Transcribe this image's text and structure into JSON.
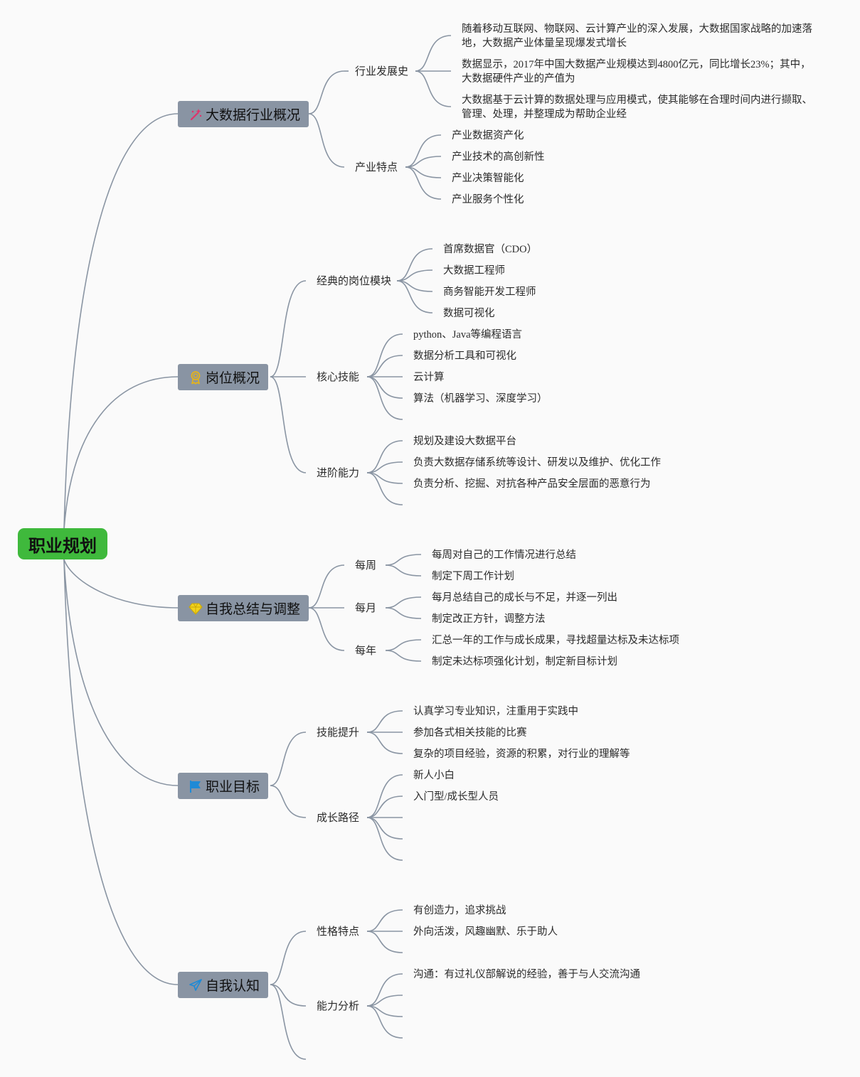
{
  "root": {
    "label": "职业规划",
    "color": "#3fb93c"
  },
  "branches": [
    {
      "label": "大数据行业概况",
      "icon": "magic-wand-icon",
      "subs": [
        {
          "label": "行业发展史",
          "leaves": [
            "随着移动互联网、物联网、云计算产业的深入发展，大数据国家战略的加速落地，大数据产业体量呈现爆发式增长",
            "数据显示，2017年中国大数据产业规模达到4800亿元，同比增长23%；其中，大数据硬件产业的产值为",
            "大数据基于云计算的数据处理与应用模式，使其能够在合理时间内进行撷取、管理、处理，并整理成为帮助企业经"
          ]
        },
        {
          "label": "产业特点",
          "leaves": [
            "产业数据资产化",
            "产业技术的高创新性",
            "产业决策智能化",
            "产业服务个性化"
          ]
        }
      ]
    },
    {
      "label": "岗位概况",
      "icon": "award-ribbon-icon",
      "subs": [
        {
          "label": "经典的岗位模块",
          "leaves": [
            "首席数据官（CDO）",
            "大数据工程师",
            "商务智能开发工程师",
            "数据可视化"
          ]
        },
        {
          "label": "核心技能",
          "leaves": [
            "python、Java等编程语言",
            "数据分析工具和可视化",
            "云计算",
            "算法（机器学习、深度学习）",
            ""
          ]
        },
        {
          "label": "进阶能力",
          "leaves": [
            "规划及建设大数据平台",
            "负责大数据存储系统等设计、研发以及维护、优化工作",
            "负责分析、挖掘、对抗各种产品安全层面的恶意行为",
            ""
          ]
        }
      ]
    },
    {
      "label": "自我总结与调整",
      "icon": "diamond-icon",
      "subs": [
        {
          "label": "每周",
          "leaves": [
            "每周对自己的工作情况进行总结",
            "制定下周工作计划"
          ]
        },
        {
          "label": "每月",
          "leaves": [
            "每月总结自己的成长与不足，并逐一列出",
            "制定改正方针，调整方法"
          ]
        },
        {
          "label": "每年",
          "leaves": [
            "汇总一年的工作与成长成果，寻找超量达标及未达标项",
            "制定未达标项强化计划，制定新目标计划"
          ]
        }
      ]
    },
    {
      "label": "职业目标",
      "icon": "flag-icon",
      "subs": [
        {
          "label": "技能提升",
          "leaves": [
            "认真学习专业知识，注重用于实践中",
            "参加各式相关技能的比赛",
            "复杂的项目经验，资源的积累，对行业的理解等"
          ]
        },
        {
          "label": "成长路径",
          "leaves": [
            "新人小白",
            "入门型/成长型人员",
            "",
            "",
            ""
          ]
        }
      ]
    },
    {
      "label": "自我认知",
      "icon": "paper-plane-icon",
      "subs": [
        {
          "label": "性格特点",
          "leaves": [
            "有创造力，追求挑战",
            "外向活泼，风趣幽默、乐于助人",
            ""
          ]
        },
        {
          "label": "能力分析",
          "leaves": [
            "沟通：有过礼仪部解说的经验，善于与人交流沟通",
            "",
            "",
            ""
          ]
        },
        {
          "label": "",
          "leaves": []
        }
      ]
    }
  ]
}
